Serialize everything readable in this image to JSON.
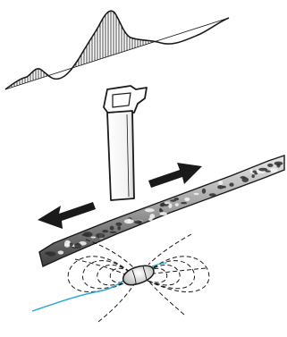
{
  "diagram": {
    "colors": {
      "ink": "#1a1a1a",
      "cable": "#2aa7d8",
      "paper": "#ffffff",
      "rockLight": "#d9d9d9",
      "rockMid": "#8c8c8c",
      "rockDark": "#3a3a3a"
    },
    "icons": [
      "signal-profile",
      "cable-locator-wand",
      "left-arrow",
      "right-arrow",
      "ground-surface-section",
      "magnetic-field-lines",
      "buried-marker",
      "cable"
    ]
  }
}
